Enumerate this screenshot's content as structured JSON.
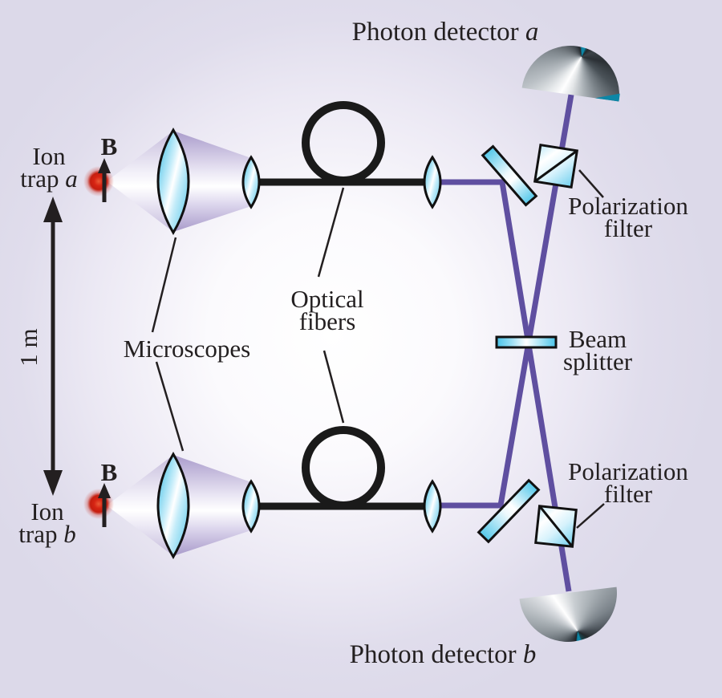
{
  "figure": {
    "photon_detector_a": {
      "text": "Photon detector ",
      "var": "a"
    },
    "photon_detector_b": {
      "text": "Photon detector ",
      "var": "b"
    },
    "ion_trap_a": {
      "line1": "Ion",
      "line2_text": "trap ",
      "line2_var": "a"
    },
    "ion_trap_b": {
      "line1": "Ion",
      "line2_text": "trap ",
      "line2_var": "b"
    },
    "magnetic_field_a": "B",
    "magnetic_field_b": "B",
    "distance_scale": "1 m",
    "microscopes": "Microscopes",
    "optical_fibers": {
      "line1": "Optical",
      "line2": "fibers"
    },
    "beam_splitter": {
      "line1": "Beam",
      "line2": "splitter"
    },
    "polarization_filter_a": {
      "line1": "Polarization",
      "line2": "filter"
    },
    "polarization_filter_b": {
      "line1": "Polarization",
      "line2": "filter"
    }
  },
  "colors": {
    "background": "#dfdcec",
    "text": "#231f20",
    "photon_beam": "#5f4fa0",
    "optical_fiber": "#1a1a1a",
    "glass_cyan": "#54c8ea",
    "light_cone": "#a99bcb",
    "ion_red": "#c51e0f",
    "detector_teal": "#0d86a6"
  }
}
